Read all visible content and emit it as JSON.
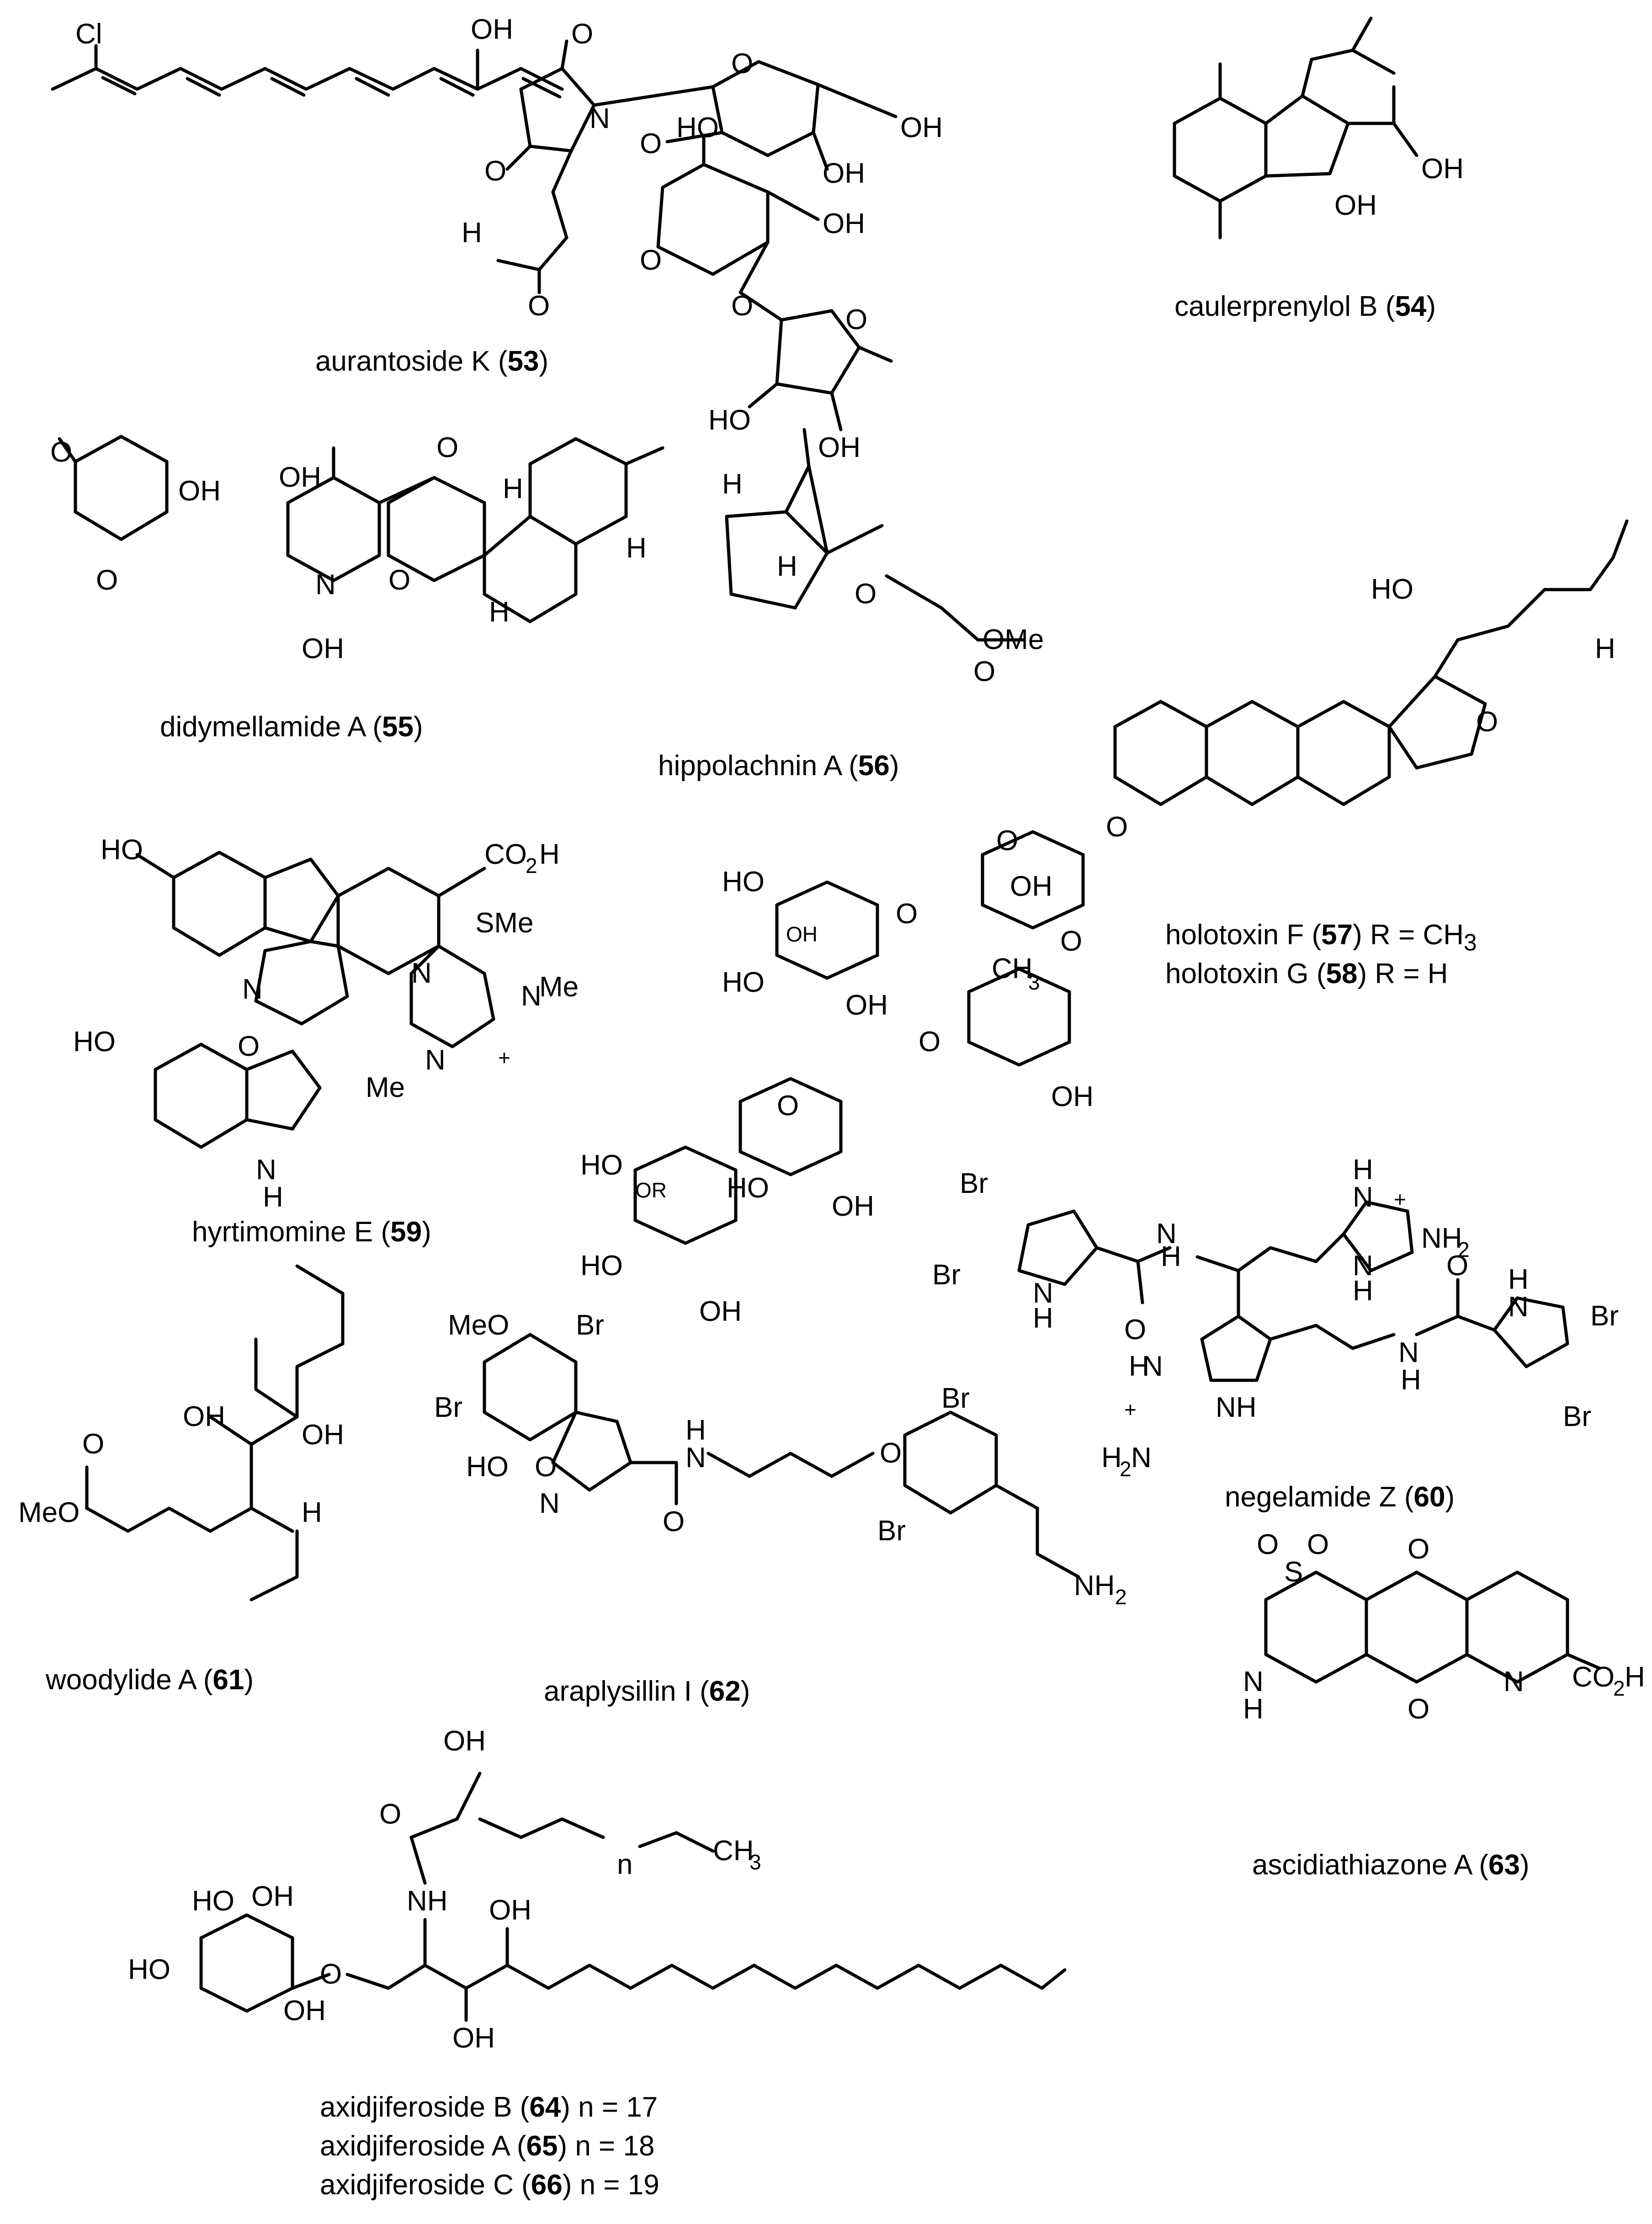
{
  "compounds": [
    {
      "name": "aurantoside K",
      "number": "53",
      "suffix": ""
    },
    {
      "name": "caulerprenylol B",
      "number": "54",
      "suffix": ""
    },
    {
      "name": "didymellamide A",
      "number": "55",
      "suffix": ""
    },
    {
      "name": "hippolachnin A",
      "number": "56",
      "suffix": ""
    },
    {
      "name": "holotoxin F",
      "number": "57",
      "suffix": " R = CH",
      "sub": "3"
    },
    {
      "name": "holotoxin G",
      "number": "58",
      "suffix": " R = H"
    },
    {
      "name": "hyrtimomine E",
      "number": "59",
      "suffix": ""
    },
    {
      "name": "negelamide Z",
      "number": "60",
      "suffix": ""
    },
    {
      "name": "woodylide A",
      "number": "61",
      "suffix": ""
    },
    {
      "name": "araplysillin I",
      "number": "62",
      "suffix": ""
    },
    {
      "name": "ascidiathiazone A",
      "number": "63",
      "suffix": ""
    },
    {
      "name": "axidjiferoside B",
      "number": "64",
      "suffix": " n = 17"
    },
    {
      "name": "axidjiferoside A",
      "number": "65",
      "suffix": " n = 18"
    },
    {
      "name": "axidjiferoside C",
      "number": "66",
      "suffix": " n = 19"
    }
  ],
  "atom_labels": {
    "cl": "Cl",
    "oh": "OH",
    "ho": "HO",
    "o": "O",
    "n": "N",
    "h": "H",
    "h2n": "H",
    "nh": "NH",
    "ome": "OMe",
    "meo": "MeO",
    "sme": "SMe",
    "me": "Me",
    "co2h": "CO",
    "co2h_sub": "2",
    "co2h_tail": "H",
    "ch3": "CH",
    "ch3_sub": "3",
    "br": "Br",
    "nh2": "NH",
    "nh2_sub": "2",
    "s": "S",
    "or": "OR",
    "plus": "+",
    "n_index": "n",
    "h2n_sub": "2",
    "h2n_tail": "N"
  }
}
